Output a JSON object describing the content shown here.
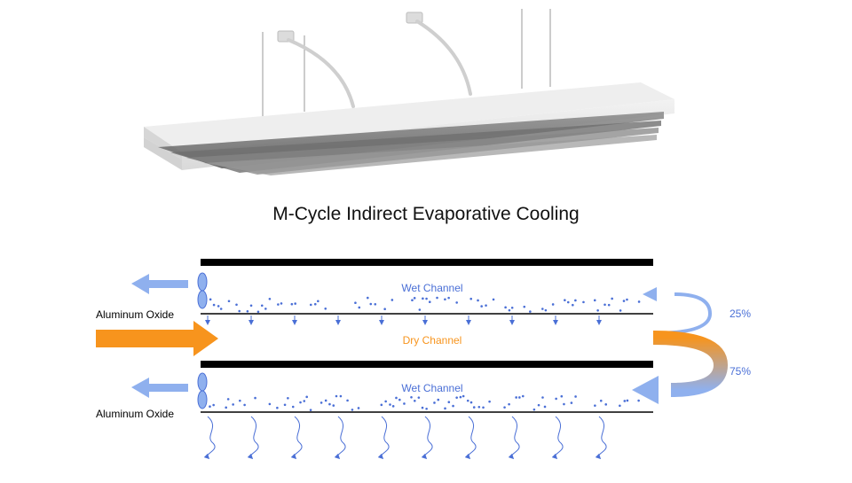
{
  "title": "M-Cycle Indirect Evaporative Cooling",
  "labels": {
    "wet_channel_top": "Wet Channel",
    "wet_channel_bottom": "Wet Channel",
    "dry_channel": "Dry Channel",
    "aluminum_oxide_top": "Aluminum Oxide",
    "aluminum_oxide_bottom": "Aluminum Oxide",
    "split_25": "25%",
    "split_75": "75%"
  },
  "colors": {
    "wet": "#4a6fd6",
    "wet_light": "#8fb0ee",
    "dry": "#f7941d",
    "plate": "#000000",
    "fixture": "#e6e6e6"
  },
  "icons": {
    "fan_top": "propeller-icon",
    "fan_bottom": "propeller-icon"
  }
}
